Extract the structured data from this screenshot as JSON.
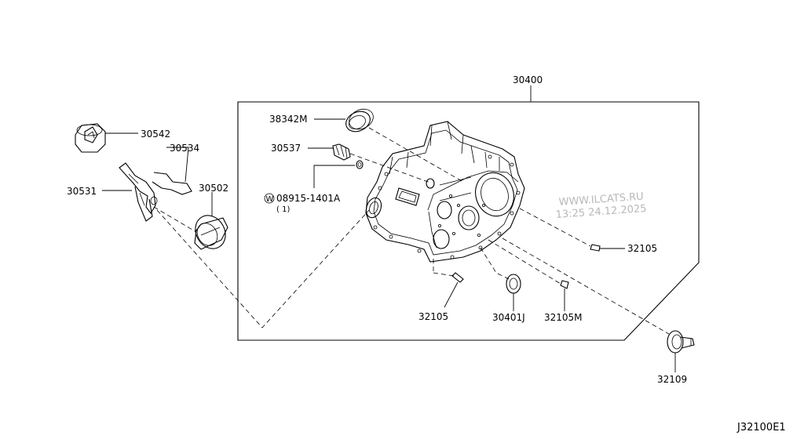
{
  "diagram": {
    "reference_code": "J32100E1",
    "watermark": {
      "line1": "WWW.ILCATS.RU",
      "line2": "13:25 24.12.2025"
    },
    "parts": [
      {
        "number": "30400"
      },
      {
        "number": "38342M"
      },
      {
        "number": "30537"
      },
      {
        "number": "08915-1401A",
        "prefix_symbol": "W",
        "quantity": "( 1)"
      },
      {
        "number": "30542"
      },
      {
        "number": "30534"
      },
      {
        "number": "30531"
      },
      {
        "number": "30502"
      },
      {
        "number": "32105"
      },
      {
        "number": "32105"
      },
      {
        "number": "30401J"
      },
      {
        "number": "32105M"
      },
      {
        "number": "32109"
      }
    ]
  }
}
